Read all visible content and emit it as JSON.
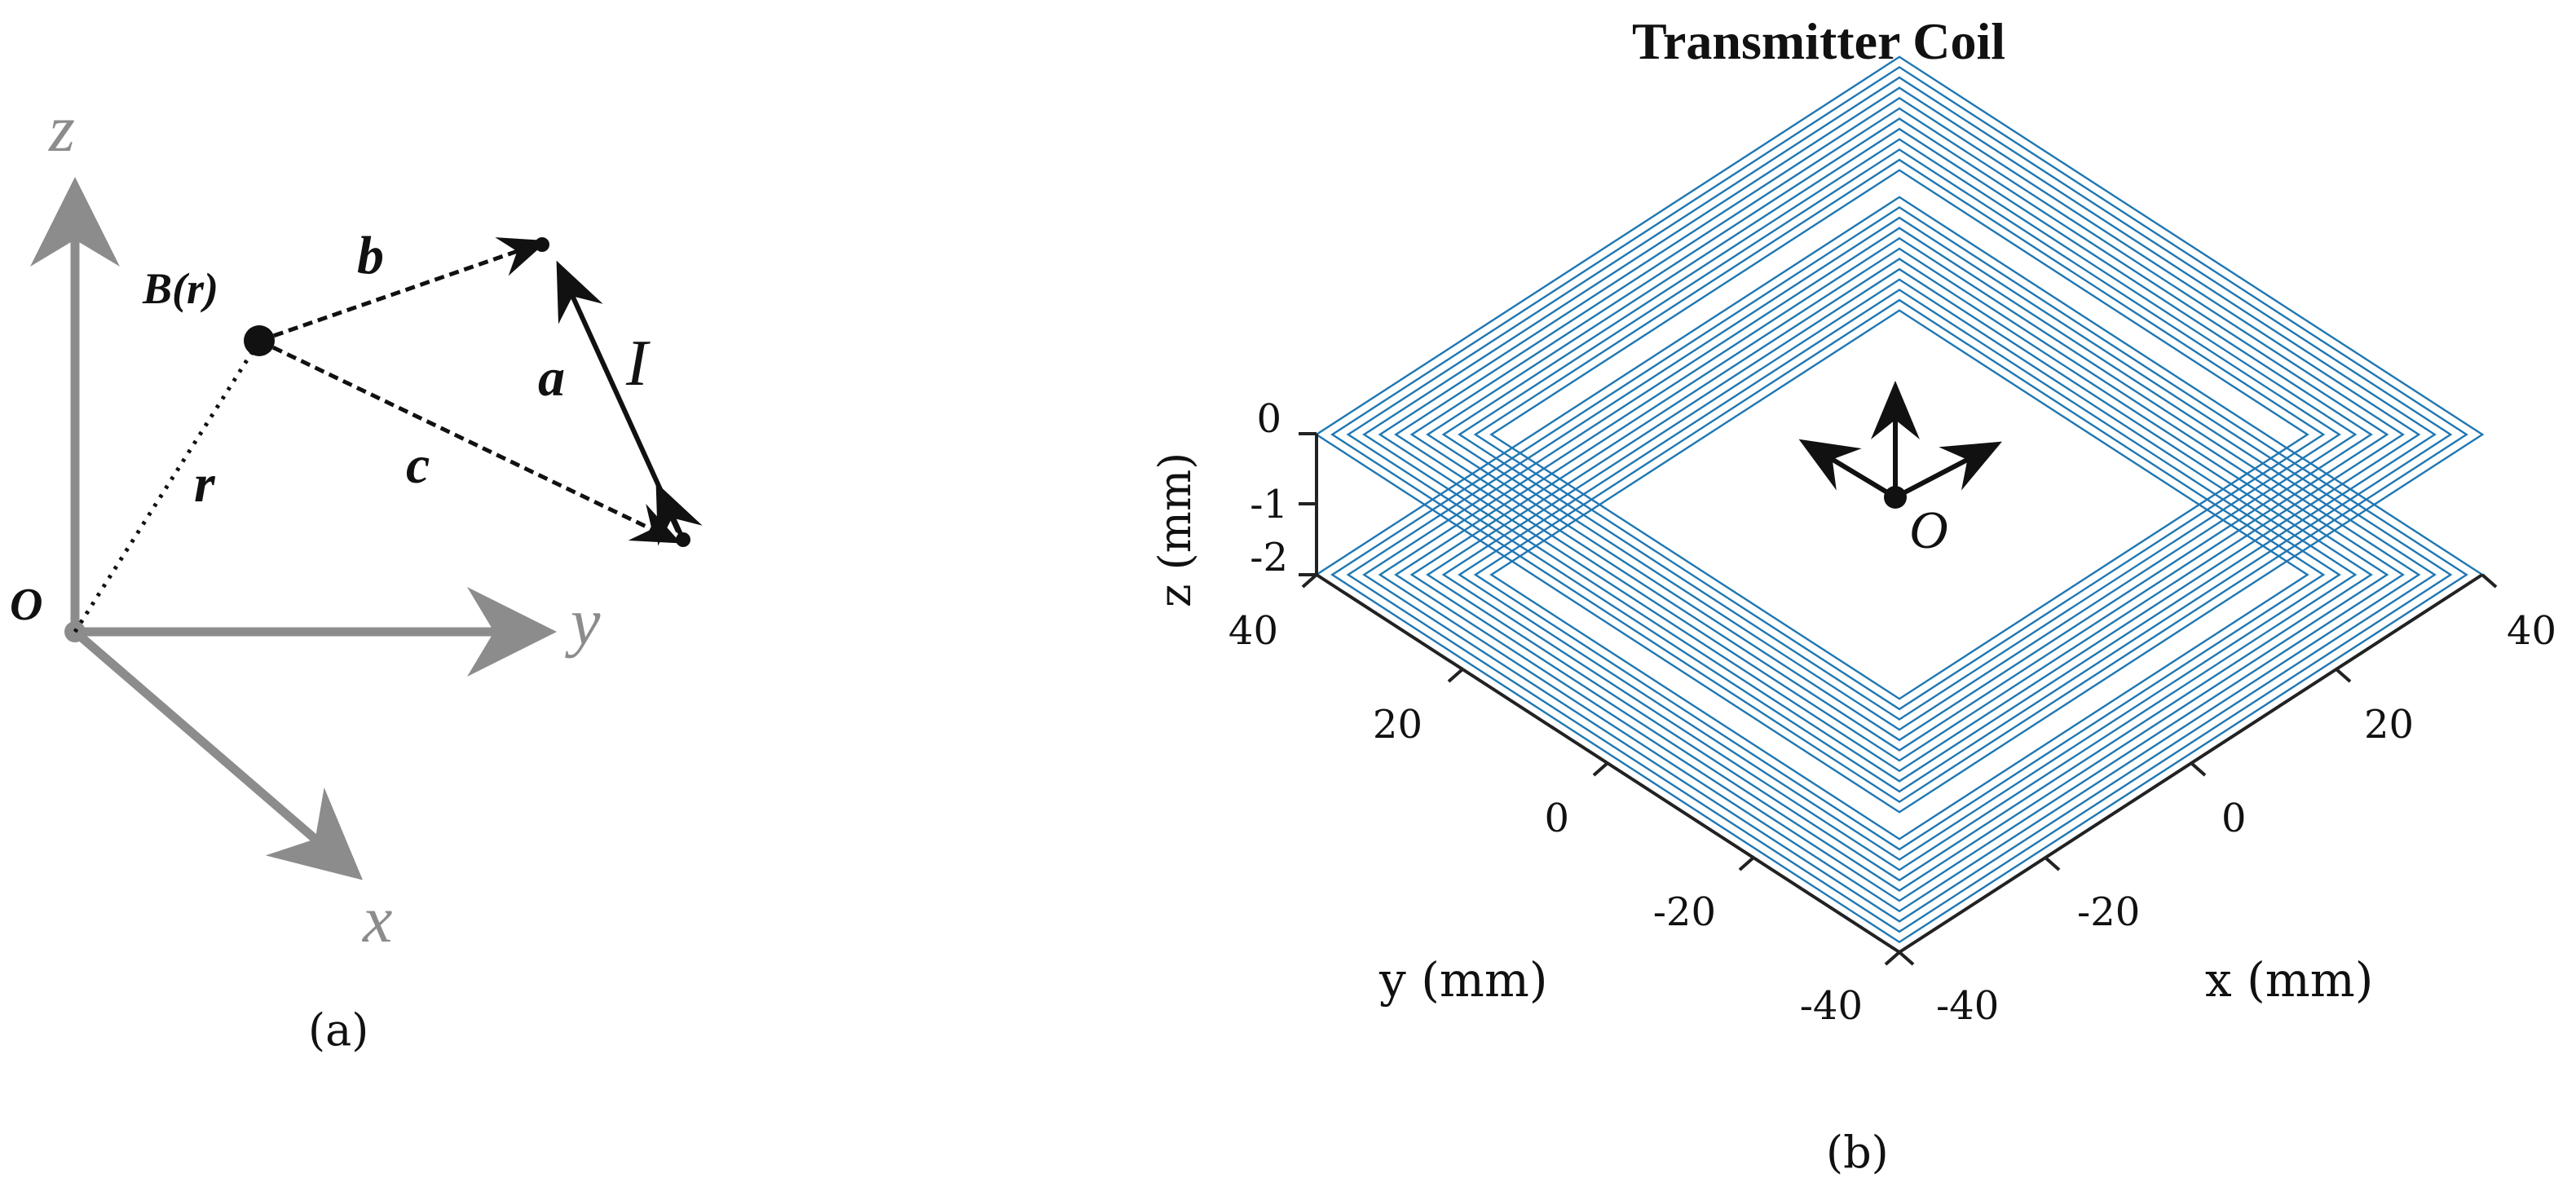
{
  "colors": {
    "axis_gray": "#8c8c8c",
    "coil_blue": "#1f77b4",
    "ink": "#111111"
  },
  "panel_a": {
    "label": "(a)",
    "axis_z": "z",
    "axis_y": "y",
    "axis_x": "x",
    "origin": "O",
    "point": "B(r)",
    "vec_b": "b",
    "vec_a": "a",
    "vec_c": "c",
    "vec_r": "r",
    "current": "I"
  },
  "panel_b": {
    "label": "(b)",
    "title": "Transmitter Coil",
    "origin": "O",
    "z_axis_label": "z (mm)",
    "y_axis_label": "y (mm)",
    "x_axis_label": "x (mm)",
    "z_ticks": [
      "0",
      "-1",
      "-2"
    ],
    "y_ticks": [
      "40",
      "20",
      "0",
      "-20",
      "-40"
    ],
    "x_ticks": [
      "-40",
      "-20",
      "0",
      "20",
      "40"
    ]
  },
  "chart_data": {
    "type": "line",
    "title": "Transmitter Coil",
    "xlabel": "x (mm)",
    "ylabel": "y (mm)",
    "zlabel": "z (mm)",
    "xlim": [
      -40,
      40
    ],
    "ylim": [
      -40,
      40
    ],
    "zlim": [
      -2,
      0
    ],
    "layers": [
      {
        "z": 0,
        "turns": 12,
        "outer_half_side": 40,
        "inner_half_side": 28
      },
      {
        "z": -2,
        "turns": 12,
        "outer_half_side": 40,
        "inner_half_side": 28
      }
    ]
  }
}
